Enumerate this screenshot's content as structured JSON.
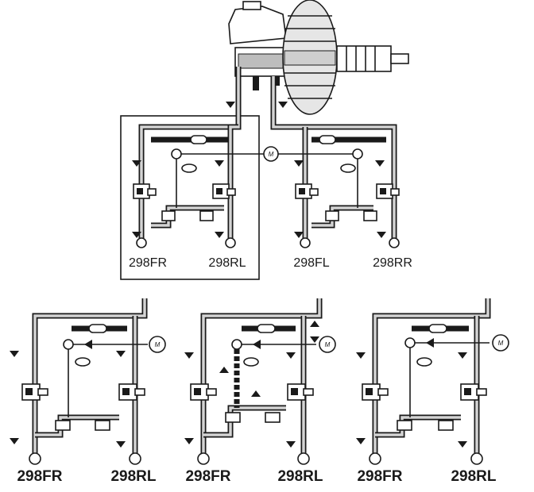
{
  "diagram": {
    "motor_symbol": "M",
    "top_panel": {
      "labels": [
        "298FR",
        "298RL",
        "298FL",
        "298RR"
      ]
    },
    "bottom_panels": [
      {
        "labels": [
          "298FR",
          "298RL"
        ]
      },
      {
        "labels": [
          "298FR",
          "298RL"
        ]
      },
      {
        "labels": [
          "298FR",
          "298RL"
        ]
      }
    ]
  },
  "colors": {
    "line": "#1a1a1a",
    "pipe_fill": "#d4d4d4",
    "background": "#ffffff"
  }
}
